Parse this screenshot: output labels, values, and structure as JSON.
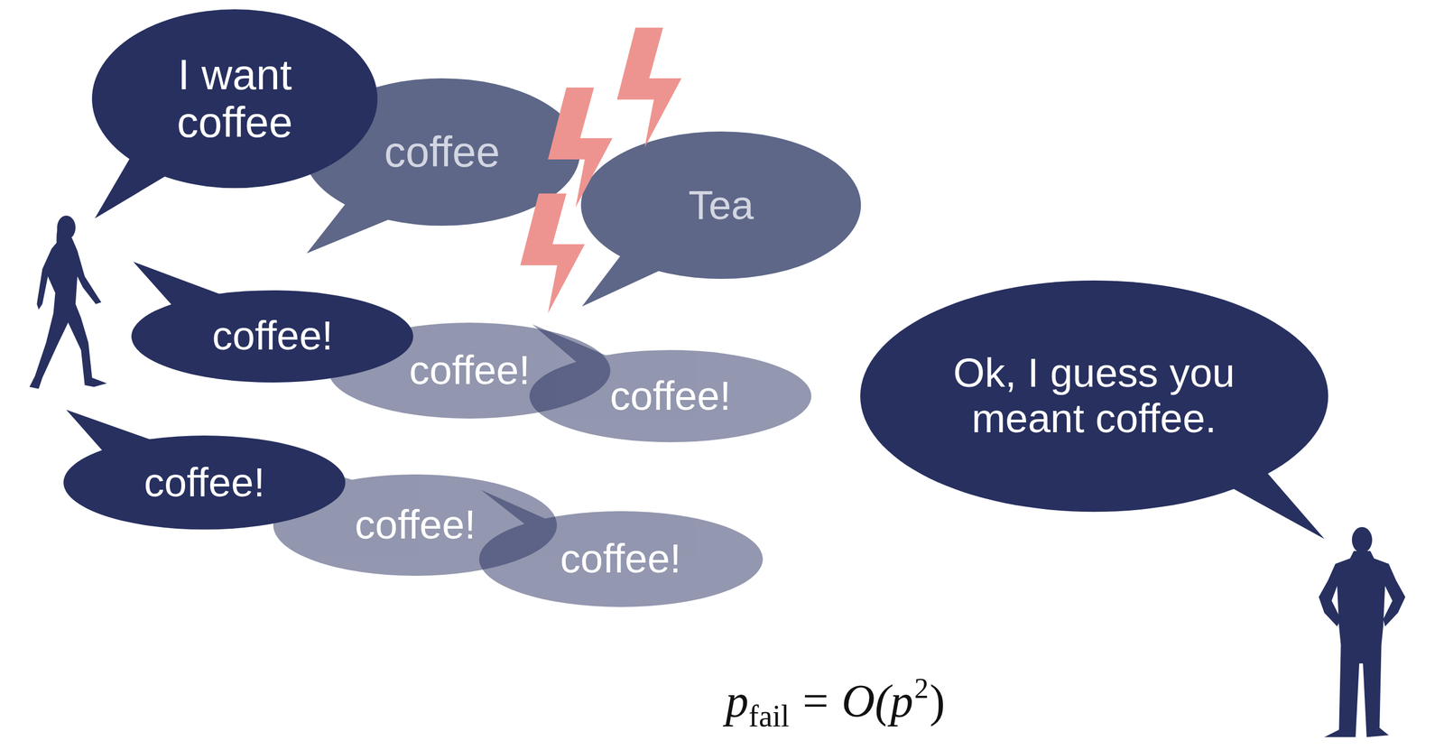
{
  "diagram": {
    "nodes": [
      {
        "text": [
          "I want coffee"
        ]
      },
      {
        "text": [
          "coffee"
        ]
      },
      {
        "text": [
          "Tea"
        ]
      },
      {
        "text": [
          "coffee!"
        ]
      },
      {
        "text": [
          "coffee!"
        ]
      },
      {
        "text": [
          "coffee!"
        ]
      },
      {
        "text": [
          "coffee!"
        ]
      },
      {
        "text": [
          "coffee!"
        ]
      },
      {
        "text": [
          "coffee!"
        ]
      },
      {
        "text": [
          "Ok, I guess you meant coffee."
        ]
      }
    ],
    "labels": [
      "p",
      "fail",
      "=",
      "O(p",
      "2",
      ")"
    ]
  }
}
